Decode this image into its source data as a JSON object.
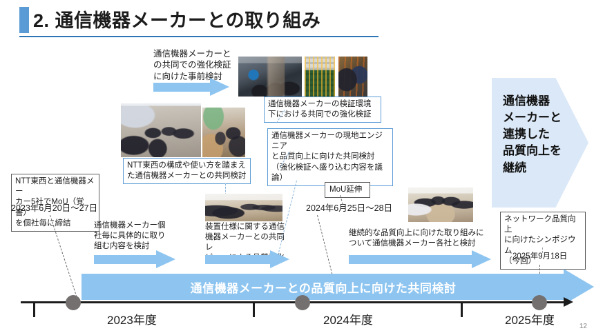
{
  "slide": {
    "title": "2. 通信機器メーカーとの取り組み",
    "page_number": "12",
    "accent_color": "#5b9bd5",
    "band_color": "#8ec5f0",
    "chevron_color": "#dbe8f7"
  },
  "callouts": {
    "pre_study": "通信機器メーカーと\nの共同での強化検証\nに向けた事前検討",
    "verification_env": "通信機器メーカーの検証環境\n下における共同での強化検証",
    "local_engineer": "通信機器メーカーの現地エンジニア\nと品質向上に向けた共同検討\n（強化検証へ盛り込む内容を議論）",
    "ntt_structure": "NTT東西の構成や使い方を踏まえ\nた通信機器メーカーとの共同検討",
    "mou": "NTT東西と通信機器メー\nカー5社でMoU（覚書）\nを個社毎に締結",
    "mou_date": "2023年6月20日〜27日",
    "per_vendor_study": "通信機器メーカー個\n社毎に具体的に取り\n組む内容を検討",
    "spec_review": "装置仕様に関する通信\n機器メーカーとの共同レ\nビューによる品質強化",
    "mou_extension": "MoU延伸",
    "mou_extension_date": "2024年6月25日〜28日",
    "continuous_improvement": "継続的な品質向上に向けた取り組みに\nついて通信機器メーカー各社と検討",
    "symposium": "ネットワーク品質向上\nに向けたシンポジウム\n（今回）",
    "symposium_date": "2025年9月18日",
    "chevron": "通信機器\nメーカーと\n連携した\n品質向上を\n継続"
  },
  "band": {
    "label": "通信機器メーカーとの品質向上に向けた共同検討"
  },
  "timeline": {
    "years": [
      "2023年度",
      "2024年度",
      "2025年度"
    ]
  },
  "photos": {
    "meeting_room_wide": "meeting-room-wide-photo",
    "equipment_rack": "equipment-rack-photo",
    "engineers_rack": "engineers-at-rack-photo",
    "standing_discussion": "standing-discussion-photo",
    "classroom_meeting": "classroom-meeting-photo",
    "spec_review_meeting": "spec-review-meeting-photo",
    "roundtable_meeting": "roundtable-meeting-photo"
  }
}
